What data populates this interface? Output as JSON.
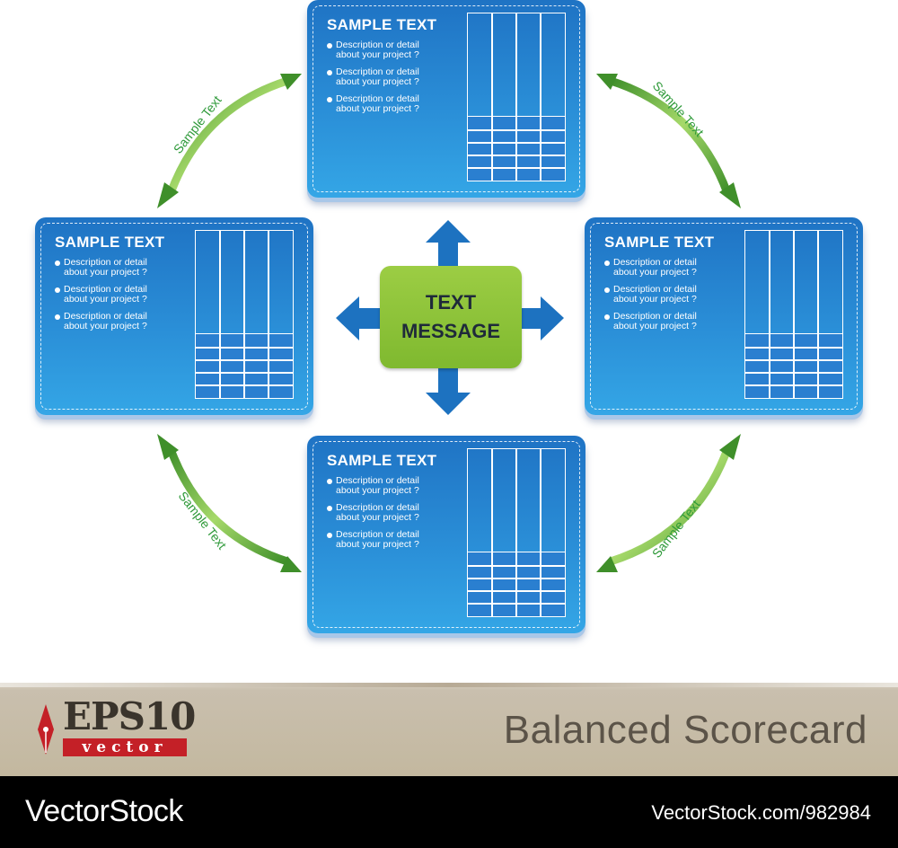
{
  "center": {
    "line1": "TEXT",
    "line2": "MESSAGE"
  },
  "cards": [
    {
      "title": "SAMPLE TEXT",
      "bullets": [
        {
          "l1": "Description or detail",
          "l2": "about your project ?"
        },
        {
          "l1": "Description or detail",
          "l2": "about your project ?"
        },
        {
          "l1": "Description or detail",
          "l2": "about your project ?"
        }
      ]
    },
    {
      "title": "SAMPLE TEXT",
      "bullets": [
        {
          "l1": "Description or detail",
          "l2": "about your project ?"
        },
        {
          "l1": "Description or detail",
          "l2": "about your project ?"
        },
        {
          "l1": "Description or detail",
          "l2": "about your project ?"
        }
      ]
    },
    {
      "title": "SAMPLE TEXT",
      "bullets": [
        {
          "l1": "Description or detail",
          "l2": "about your project ?"
        },
        {
          "l1": "Description or detail",
          "l2": "about your project ?"
        },
        {
          "l1": "Description or detail",
          "l2": "about your project ?"
        }
      ]
    },
    {
      "title": "SAMPLE TEXT",
      "bullets": [
        {
          "l1": "Description or detail",
          "l2": "about your project ?"
        },
        {
          "l1": "Description or detail",
          "l2": "about your project ?"
        },
        {
          "l1": "Description or detail",
          "l2": "about your project ?"
        }
      ]
    }
  ],
  "arc_labels": [
    "Sample Text",
    "Sample Text",
    "Sample Text",
    "Sample Text"
  ],
  "footer": {
    "logo_main": "EPS10",
    "logo_sub": "vector",
    "title": "Balanced  Scorecard"
  },
  "watermark": {
    "brand": "VectorStock",
    "url": "VectorStock.com/982984"
  },
  "colors": {
    "card_blue": "#2a8ed7",
    "center_green": "#8dc63f",
    "arrow_green": "#4e9a32",
    "arrow_blue": "#1d72c0"
  }
}
